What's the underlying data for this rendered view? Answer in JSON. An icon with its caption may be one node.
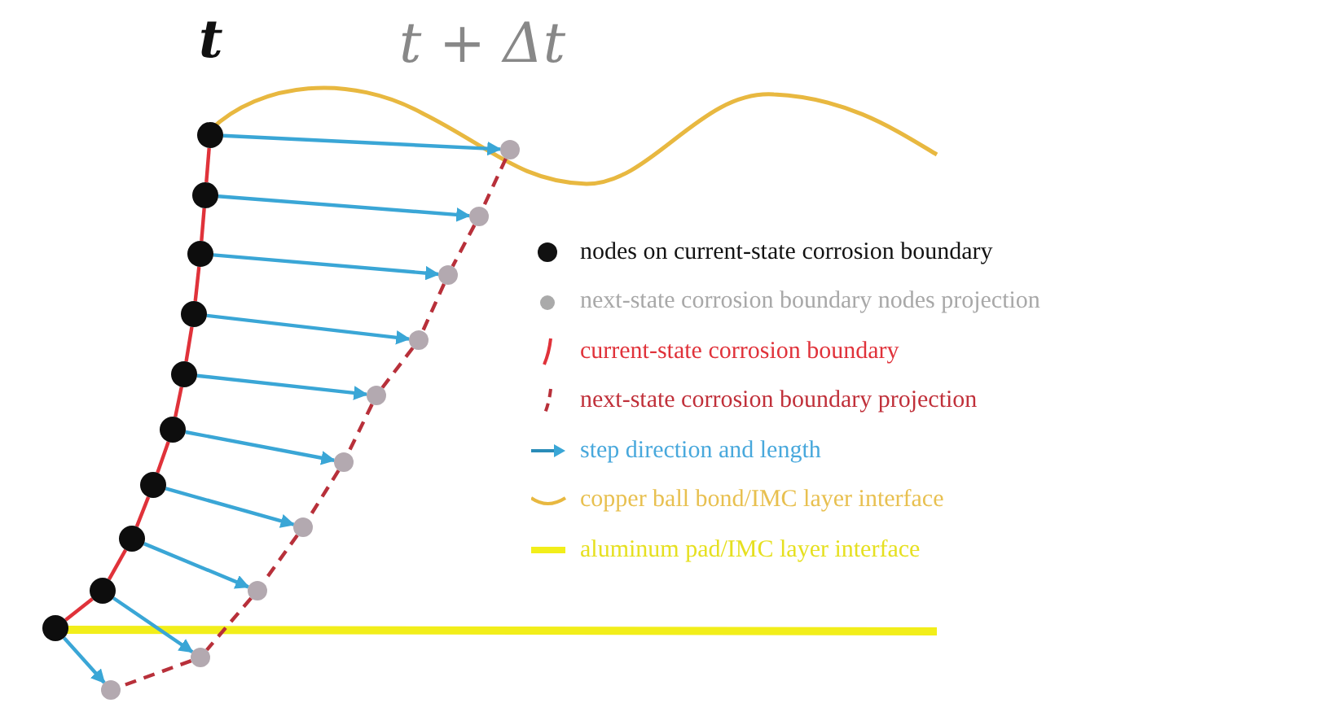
{
  "diagram": {
    "nodes": [
      {
        "text": [],
        "shape": "circle"
      },
      {
        "text": [],
        "shape": "circle"
      },
      {
        "text": [],
        "shape": "circle"
      },
      {
        "text": [],
        "shape": "circle"
      },
      {
        "text": [],
        "shape": "circle"
      },
      {
        "text": [],
        "shape": "circle"
      },
      {
        "text": [],
        "shape": "circle"
      },
      {
        "text": [],
        "shape": "circle"
      },
      {
        "text": [],
        "shape": "circle"
      },
      {
        "text": [],
        "shape": "circle"
      },
      {
        "text": [],
        "shape": "circle"
      },
      {
        "text": [],
        "shape": "circle"
      },
      {
        "text": [],
        "shape": "circle"
      },
      {
        "text": [],
        "shape": "circle"
      },
      {
        "text": [],
        "shape": "circle"
      },
      {
        "text": [],
        "shape": "circle"
      },
      {
        "text": [],
        "shape": "circle"
      },
      {
        "text": [],
        "shape": "circle"
      },
      {
        "text": [],
        "shape": "circle"
      },
      {
        "text": [],
        "shape": "circle"
      }
    ],
    "edges": [
      {
        "from": 0,
        "to": 10,
        "arrow": "to",
        "color": "#3aa6d6"
      },
      {
        "from": 1,
        "to": 11,
        "arrow": "to",
        "color": "#3aa6d6"
      },
      {
        "from": 2,
        "to": 12,
        "arrow": "to",
        "color": "#3aa6d6"
      },
      {
        "from": 3,
        "to": 13,
        "arrow": "to",
        "color": "#3aa6d6"
      },
      {
        "from": 4,
        "to": 14,
        "arrow": "to",
        "color": "#3aa6d6"
      },
      {
        "from": 5,
        "to": 15,
        "arrow": "to",
        "color": "#3aa6d6"
      },
      {
        "from": 6,
        "to": 16,
        "arrow": "to",
        "color": "#3aa6d6"
      },
      {
        "from": 7,
        "to": 17,
        "arrow": "to",
        "color": "#3aa6d6"
      },
      {
        "from": 8,
        "to": 18,
        "arrow": "to",
        "color": "#3aa6d6"
      },
      {
        "from": 9,
        "to": 19,
        "arrow": "to",
        "color": "#3aa6d6"
      },
      {
        "from": 0,
        "to": 1,
        "arrow": "none",
        "color": "#e0323a"
      },
      {
        "from": 1,
        "to": 2,
        "arrow": "none",
        "color": "#e0323a"
      },
      {
        "from": 2,
        "to": 3,
        "arrow": "none",
        "color": "#e0323a"
      },
      {
        "from": 3,
        "to": 4,
        "arrow": "none",
        "color": "#e0323a"
      },
      {
        "from": 4,
        "to": 5,
        "arrow": "none",
        "color": "#e0323a"
      },
      {
        "from": 5,
        "to": 6,
        "arrow": "none",
        "color": "#e0323a"
      },
      {
        "from": 6,
        "to": 7,
        "arrow": "none",
        "color": "#e0323a"
      },
      {
        "from": 7,
        "to": 8,
        "arrow": "none",
        "color": "#e0323a"
      },
      {
        "from": 8,
        "to": 9,
        "arrow": "none",
        "color": "#e0323a"
      },
      {
        "from": 10,
        "to": 11,
        "arrow": "none",
        "style": "dashed",
        "color": "#b8303a"
      },
      {
        "from": 11,
        "to": 12,
        "arrow": "none",
        "style": "dashed",
        "color": "#b8303a"
      },
      {
        "from": 12,
        "to": 13,
        "arrow": "none",
        "style": "dashed",
        "color": "#b8303a"
      },
      {
        "from": 13,
        "to": 14,
        "arrow": "none",
        "style": "dashed",
        "color": "#b8303a"
      },
      {
        "from": 14,
        "to": 15,
        "arrow": "none",
        "style": "dashed",
        "color": "#b8303a"
      },
      {
        "from": 15,
        "to": 16,
        "arrow": "none",
        "style": "dashed",
        "color": "#b8303a"
      },
      {
        "from": 16,
        "to": 17,
        "arrow": "none",
        "style": "dashed",
        "color": "#b8303a"
      },
      {
        "from": 17,
        "to": 18,
        "arrow": "none",
        "style": "dashed",
        "color": "#b8303a"
      },
      {
        "from": 18,
        "to": 19,
        "arrow": "none",
        "style": "dashed",
        "color": "#b8303a"
      }
    ],
    "labels": [
      "t",
      "t + Δt"
    ],
    "legend": [
      {
        "text": "nodes on current-state corrosion boundary",
        "color": "#111111"
      },
      {
        "text": "next-state corrosion boundary nodes projection",
        "color": "#aaaaaa"
      },
      {
        "text": "current-state corrosion boundary"
      },
      {
        "text": "next-state corrosion boundary projection"
      },
      {
        "text": "step direction and length"
      },
      {
        "text": "copper ball bond/IMC layer interface"
      },
      {
        "text": "aluminum pad/IMC layer interface"
      }
    ]
  }
}
